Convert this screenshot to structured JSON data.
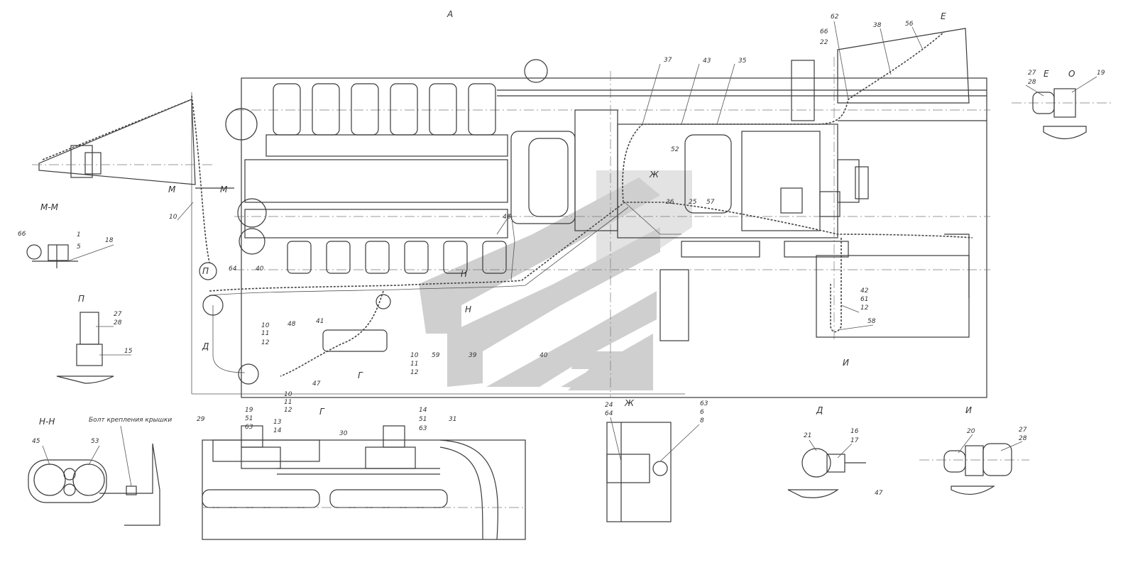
{
  "views": {
    "top_letter": "А",
    "e_view": "Е",
    "e_view_extra": "О",
    "m_view": "М-М",
    "p_view": "П",
    "n_view": "Н-Н",
    "g_view": "Г",
    "zh_view": "Ж",
    "d_view": "Д",
    "i_view": "И"
  },
  "notes": {
    "bolt_note": "Болт крепления крышки"
  },
  "section_marks": {
    "m_left": "М",
    "m_right": "М",
    "n_top": "Н",
    "n_bottom": "Н",
    "zh_main": "Ж",
    "g_main": "Г",
    "p_main": "П",
    "d_main": "Д",
    "i_main": "И",
    "e_main": "Е"
  },
  "callouts": [
    {
      "id": "c-37",
      "text": "37"
    },
    {
      "id": "c-43",
      "text": "43"
    },
    {
      "id": "c-35",
      "text": "35"
    },
    {
      "id": "c-62",
      "text": "62"
    },
    {
      "id": "c-66",
      "text": "66"
    },
    {
      "id": "c-22",
      "text": "22"
    },
    {
      "id": "c-38",
      "text": "38"
    },
    {
      "id": "c-56",
      "text": "56"
    },
    {
      "id": "c-52",
      "text": "52"
    },
    {
      "id": "c-36",
      "text": "36"
    },
    {
      "id": "c-25",
      "text": "25"
    },
    {
      "id": "c-57",
      "text": "57"
    },
    {
      "id": "c-46",
      "text": "46"
    },
    {
      "id": "c-64",
      "text": "64"
    },
    {
      "id": "c-40a",
      "text": "40"
    },
    {
      "id": "c-10a",
      "text": "10"
    },
    {
      "id": "c-11a",
      "text": "11"
    },
    {
      "id": "c-12a",
      "text": "12"
    },
    {
      "id": "c-48",
      "text": "48"
    },
    {
      "id": "c-41",
      "text": "41"
    },
    {
      "id": "c-10b",
      "text": "10"
    },
    {
      "id": "c-11b",
      "text": "11"
    },
    {
      "id": "c-12b",
      "text": "12"
    },
    {
      "id": "c-59",
      "text": "59"
    },
    {
      "id": "c-39",
      "text": "39"
    },
    {
      "id": "c-40b",
      "text": "40"
    },
    {
      "id": "c-47",
      "text": "47"
    },
    {
      "id": "c-10c",
      "text": "10"
    },
    {
      "id": "c-11c",
      "text": "11"
    },
    {
      "id": "c-12c",
      "text": "12"
    },
    {
      "id": "c-42",
      "text": "42"
    },
    {
      "id": "c-61",
      "text": "61"
    },
    {
      "id": "c-12d",
      "text": "12"
    },
    {
      "id": "c-58",
      "text": "58"
    },
    {
      "id": "c-27e",
      "text": "27"
    },
    {
      "id": "c-28e",
      "text": "28"
    },
    {
      "id": "c-19",
      "text": "19"
    },
    {
      "id": "c-10m",
      "text": "10"
    },
    {
      "id": "c-66m",
      "text": "66"
    },
    {
      "id": "c-1m",
      "text": "1"
    },
    {
      "id": "c-5m",
      "text": "5"
    },
    {
      "id": "c-18m",
      "text": "18"
    },
    {
      "id": "c-27p",
      "text": "27"
    },
    {
      "id": "c-28p",
      "text": "28"
    },
    {
      "id": "c-15",
      "text": "15"
    },
    {
      "id": "c-45",
      "text": "45"
    },
    {
      "id": "c-53",
      "text": "53"
    },
    {
      "id": "c-29",
      "text": "29"
    },
    {
      "id": "c-19g",
      "text": "19"
    },
    {
      "id": "c-51g",
      "text": "51"
    },
    {
      "id": "c-63g",
      "text": "63"
    },
    {
      "id": "c-13",
      "text": "13"
    },
    {
      "id": "c-14",
      "text": "14"
    },
    {
      "id": "c-30",
      "text": "30"
    },
    {
      "id": "c-14g",
      "text": "14"
    },
    {
      "id": "c-51g2",
      "text": "51"
    },
    {
      "id": "c-63g2",
      "text": "63"
    },
    {
      "id": "c-31",
      "text": "31"
    },
    {
      "id": "c-24",
      "text": "24"
    },
    {
      "id": "c-64zh",
      "text": "64"
    },
    {
      "id": "c-63zh",
      "text": "63"
    },
    {
      "id": "c-6zh",
      "text": "6"
    },
    {
      "id": "c-8zh",
      "text": "8"
    },
    {
      "id": "c-21",
      "text": "21"
    },
    {
      "id": "c-16",
      "text": "16"
    },
    {
      "id": "c-17",
      "text": "17"
    },
    {
      "id": "c-47d",
      "text": "47"
    },
    {
      "id": "c-20",
      "text": "20"
    },
    {
      "id": "c-27i",
      "text": "27"
    },
    {
      "id": "c-28i",
      "text": "28"
    }
  ]
}
